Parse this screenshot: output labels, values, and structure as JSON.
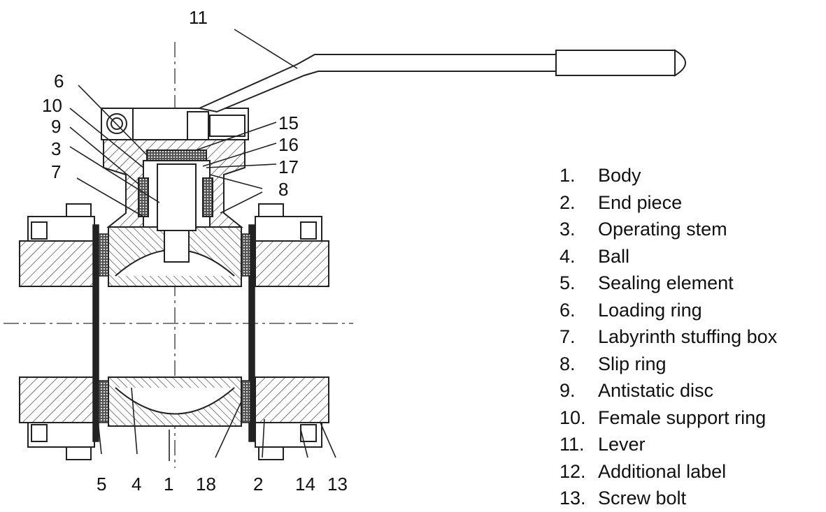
{
  "callouts": {
    "n11": "11",
    "n6": "6",
    "n10": "10",
    "n9": "9",
    "n3": "3",
    "n7": "7",
    "n15": "15",
    "n16": "16",
    "n17": "17",
    "n8": "8",
    "n5": "5",
    "n4": "4",
    "n1": "1",
    "n18": "18",
    "n2": "2",
    "n14": "14",
    "n13": "13"
  },
  "legend": [
    {
      "num": "1.",
      "text": "Body"
    },
    {
      "num": "2.",
      "text": "End piece"
    },
    {
      "num": "3.",
      "text": "Operating stem"
    },
    {
      "num": "4.",
      "text": "Ball"
    },
    {
      "num": "5.",
      "text": "Sealing element"
    },
    {
      "num": "6.",
      "text": "Loading ring"
    },
    {
      "num": "7.",
      "text": "Labyrinth stuffing box"
    },
    {
      "num": "8.",
      "text": "Slip ring"
    },
    {
      "num": "9.",
      "text": "Antistatic disc"
    },
    {
      "num": "10.",
      "text": "Female support ring"
    },
    {
      "num": "11.",
      "text": "Lever"
    },
    {
      "num": "12.",
      "text": "Additional label"
    },
    {
      "num": "13.",
      "text": "Screw bolt"
    }
  ]
}
